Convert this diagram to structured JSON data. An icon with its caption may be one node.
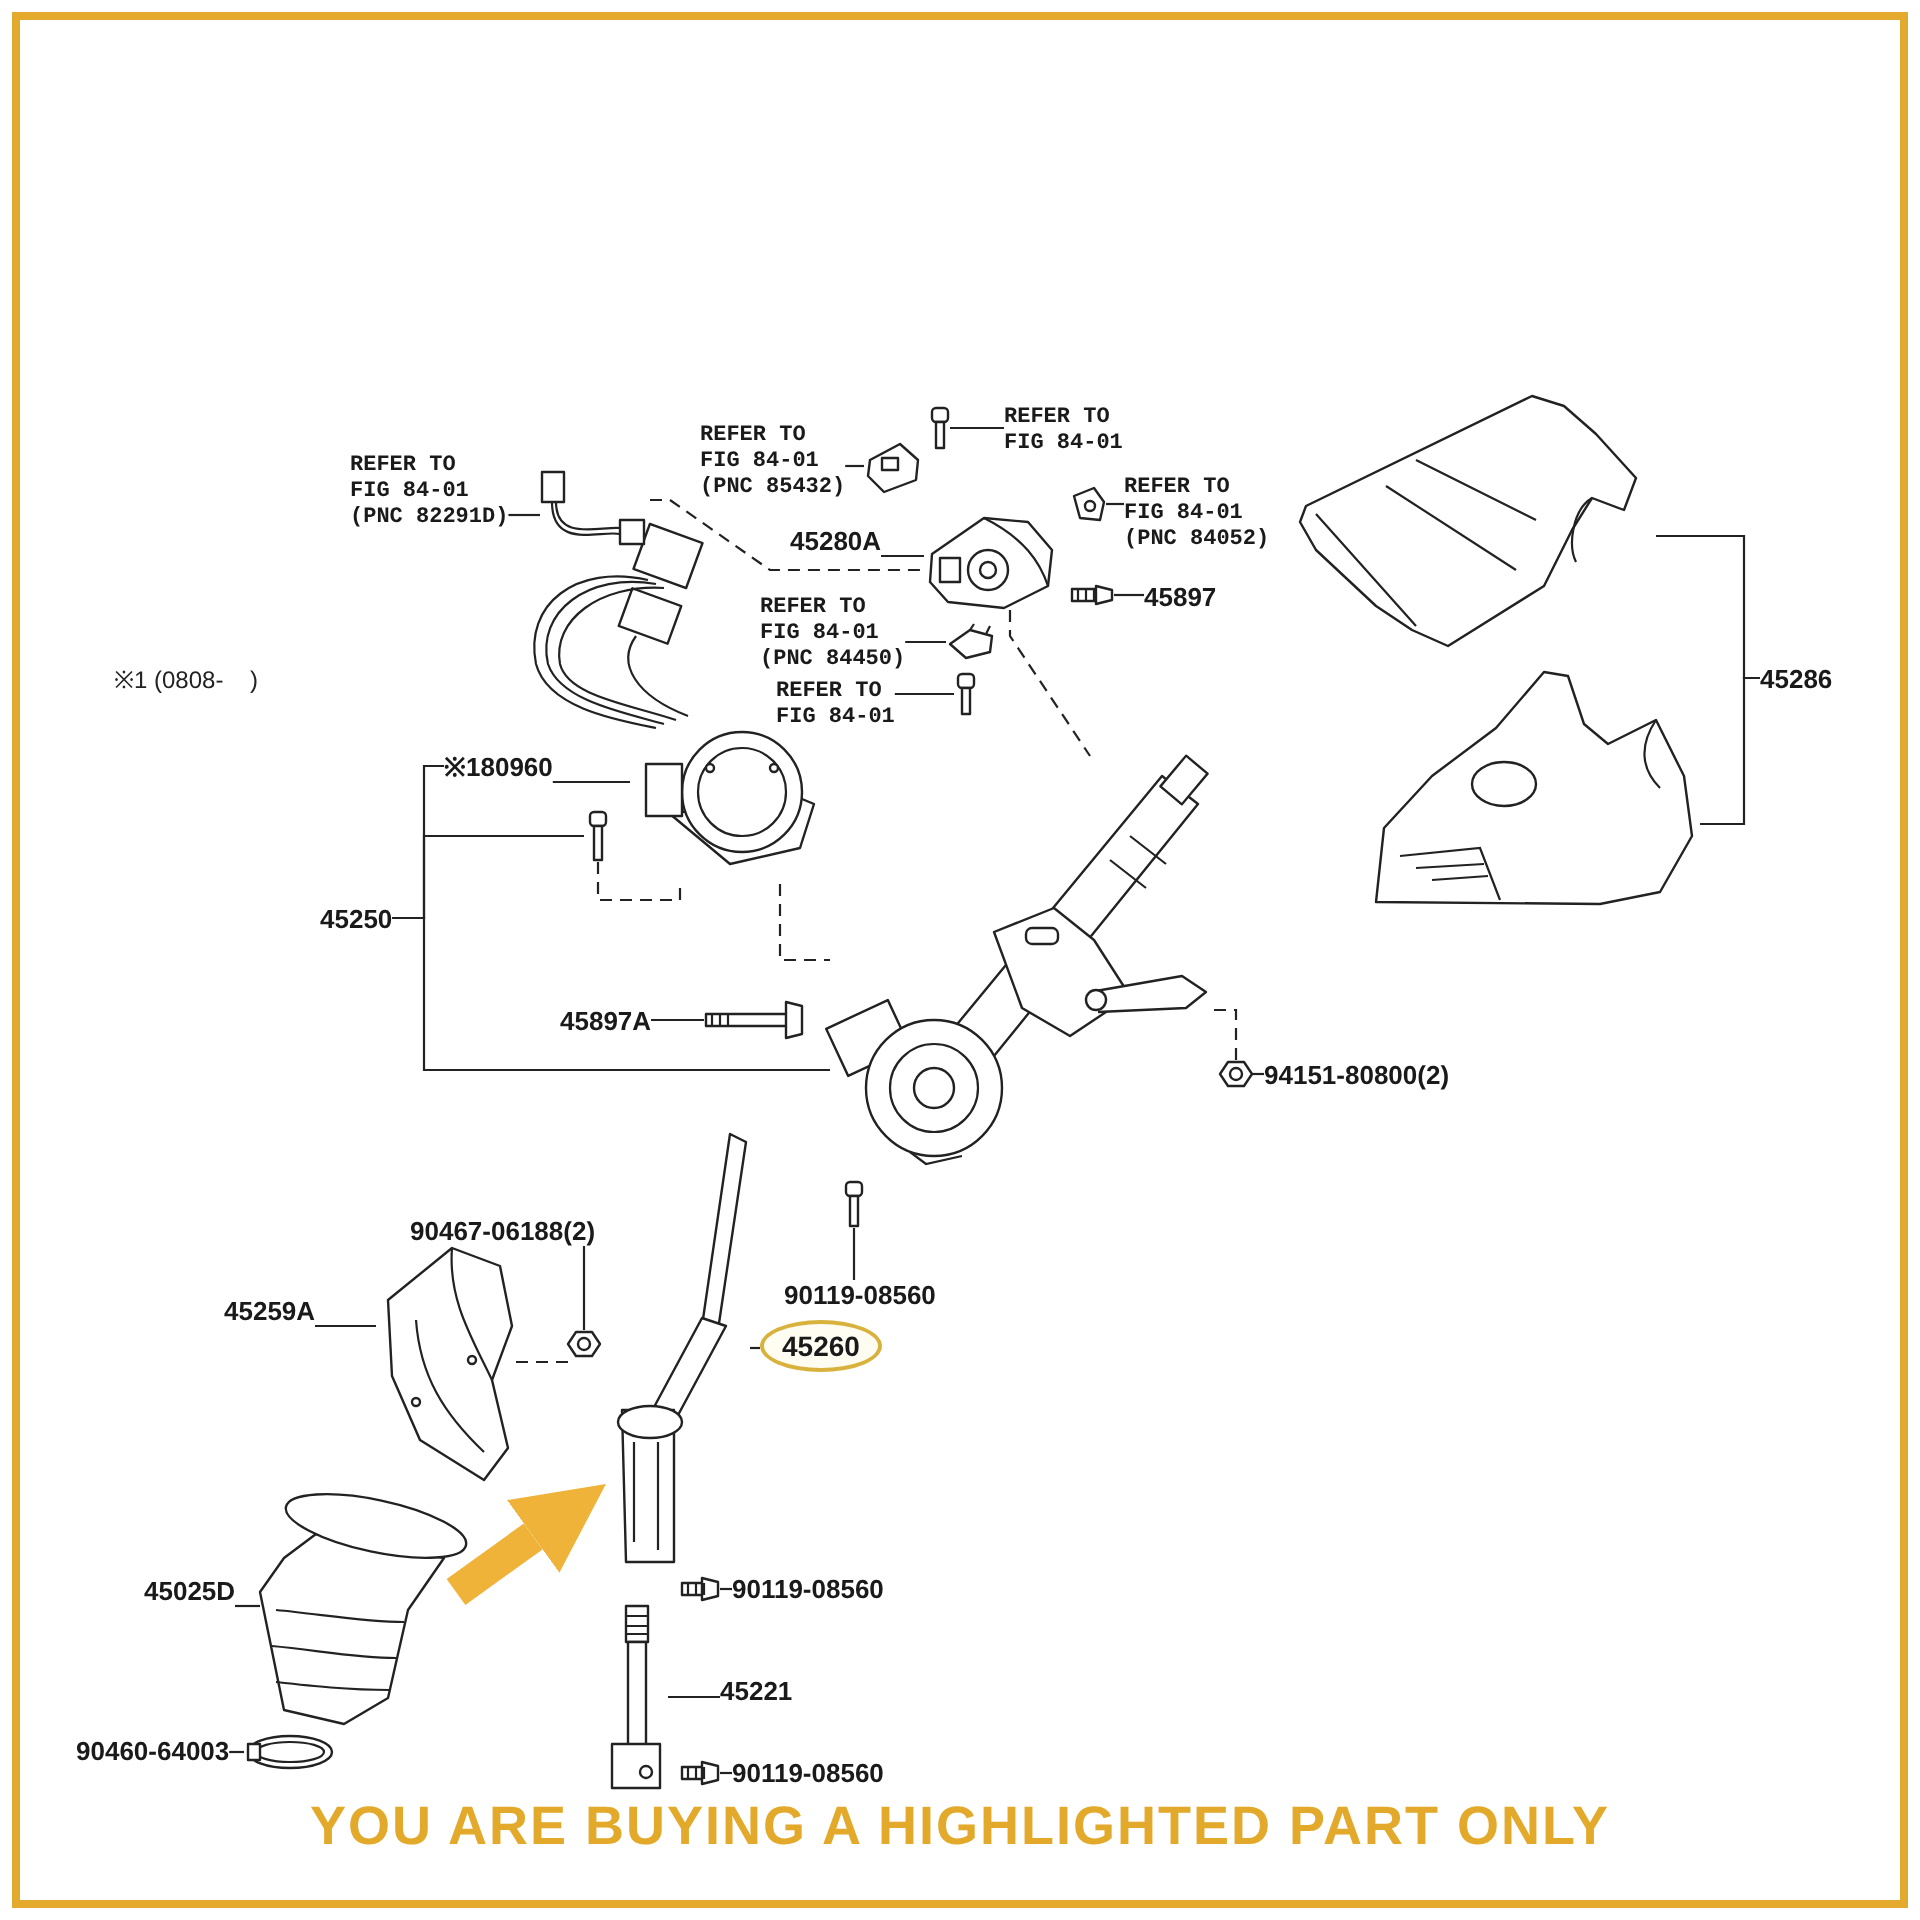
{
  "diagram": {
    "caption": "YOU ARE BUYING A HIGHLIGHTED PART ONLY",
    "nodes": [
      {
        "text": [
          "REFER TO FIG 84-01 (PNC 82291D)"
        ]
      },
      {
        "text": [],
        "shape": "picture"
      },
      {
        "text": [
          "REFER TO FIG 84-01 (PNC 85432)"
        ]
      },
      {
        "text": [],
        "shape": "picture"
      },
      {
        "text": [
          "REFER TO FIG 84-01"
        ]
      },
      {
        "text": [],
        "shape": "picture"
      },
      {
        "text": [
          "REFER TO FIG 84-01 (PNC 84052)"
        ]
      },
      {
        "text": [],
        "shape": "picture"
      },
      {
        "text": [
          "45280A"
        ]
      },
      {
        "text": [],
        "shape": "picture"
      },
      {
        "text": [
          "45897"
        ]
      },
      {
        "text": [],
        "shape": "picture"
      },
      {
        "text": [
          "REFER TO FIG 84-01 (PNC 84450)"
        ]
      },
      {
        "text": [],
        "shape": "picture"
      },
      {
        "text": [
          "REFER TO FIG 84-01"
        ]
      },
      {
        "text": [],
        "shape": "picture"
      },
      {
        "text": [
          "※180960"
        ]
      },
      {
        "text": [],
        "shape": "picture"
      },
      {
        "text": [],
        "shape": "picture"
      },
      {
        "text": [
          "45250"
        ]
      },
      {
        "text": [],
        "shape": "picture"
      },
      {
        "text": [
          "45897A"
        ]
      },
      {
        "text": [],
        "shape": "picture"
      },
      {
        "text": [],
        "shape": "picture"
      },
      {
        "text": [
          "94151-80800(2)"
        ]
      },
      {
        "text": [],
        "shape": "picture"
      },
      {
        "text": [],
        "shape": "picture"
      },
      {
        "text": [
          "45286"
        ]
      },
      {
        "text": [],
        "shape": "picture"
      },
      {
        "text": [],
        "shape": "picture"
      },
      {
        "text": [
          "90119-08560"
        ]
      },
      {
        "text": [
          "90467-06188(2)"
        ]
      },
      {
        "text": [],
        "shape": "picture"
      },
      {
        "text": [
          "45259A"
        ]
      },
      {
        "text": [],
        "shape": "picture"
      },
      {
        "text": [
          "45025D"
        ]
      },
      {
        "text": [],
        "shape": "picture"
      },
      {
        "text": [
          "90460-64003"
        ]
      },
      {
        "text": [],
        "shape": "picture"
      },
      {
        "text": [
          "45260"
        ]
      },
      {
        "text": [],
        "shape": "picture"
      },
      {
        "text": [
          "90119-08560"
        ]
      },
      {
        "text": [],
        "shape": "picture"
      },
      {
        "text": [
          "45221"
        ]
      },
      {
        "text": [],
        "shape": "picture"
      },
      {
        "text": [
          "90119-08560"
        ]
      }
    ],
    "edges": [
      {
        "from": 0,
        "to": 1,
        "arrow": "none"
      },
      {
        "from": 2,
        "to": 3,
        "arrow": "none"
      },
      {
        "from": 4,
        "to": 5,
        "arrow": "none"
      },
      {
        "from": 6,
        "to": 7,
        "arrow": "none"
      },
      {
        "from": 8,
        "to": 9,
        "arrow": "none"
      },
      {
        "from": 10,
        "to": 11,
        "arrow": "none"
      },
      {
        "from": 12,
        "to": 13,
        "arrow": "none"
      },
      {
        "from": 14,
        "to": 15,
        "arrow": "none"
      },
      {
        "from": 16,
        "to": 17,
        "arrow": "none"
      },
      {
        "from": 19,
        "to": 16,
        "arrow": "none"
      },
      {
        "from": 19,
        "to": 18,
        "arrow": "none"
      },
      {
        "from": 19,
        "to": 20,
        "arrow": "none"
      },
      {
        "from": 21,
        "to": 22,
        "arrow": "none"
      },
      {
        "from": 24,
        "to": 23,
        "arrow": "none"
      },
      {
        "from": 27,
        "to": 25,
        "arrow": "none"
      },
      {
        "from": 27,
        "to": 26,
        "arrow": "none"
      },
      {
        "from": 30,
        "to": 29,
        "arrow": "none"
      },
      {
        "from": 31,
        "to": 32,
        "arrow": "none"
      },
      {
        "from": 33,
        "to": 34,
        "arrow": "none"
      },
      {
        "from": 35,
        "to": 36,
        "arrow": "none"
      },
      {
        "from": 37,
        "to": 38,
        "arrow": "none"
      },
      {
        "from": 39,
        "to": 28,
        "arrow": "none"
      },
      {
        "from": 41,
        "to": 40,
        "arrow": "none"
      },
      {
        "from": 43,
        "to": 42,
        "arrow": "none"
      },
      {
        "from": 45,
        "to": 44,
        "arrow": "none"
      },
      {
        "from": 1,
        "to": 9,
        "arrow": "none",
        "style": "dashed"
      },
      {
        "from": 9,
        "to": 20,
        "arrow": "none",
        "style": "dashed"
      },
      {
        "from": 18,
        "to": 17,
        "arrow": "none",
        "style": "dashed"
      },
      {
        "from": 17,
        "to": 20,
        "arrow": "none",
        "style": "dashed"
      },
      {
        "from": 23,
        "to": 20,
        "arrow": "none",
        "style": "dashed"
      },
      {
        "from": 32,
        "to": 34,
        "arrow": "none",
        "style": "dashed"
      },
      {
        "from": null,
        "to": 28,
        "arrow": "to",
        "style": "thick",
        "color": "#f0b33a"
      }
    ],
    "labels": [
      "※1 (0808-    )"
    ]
  }
}
